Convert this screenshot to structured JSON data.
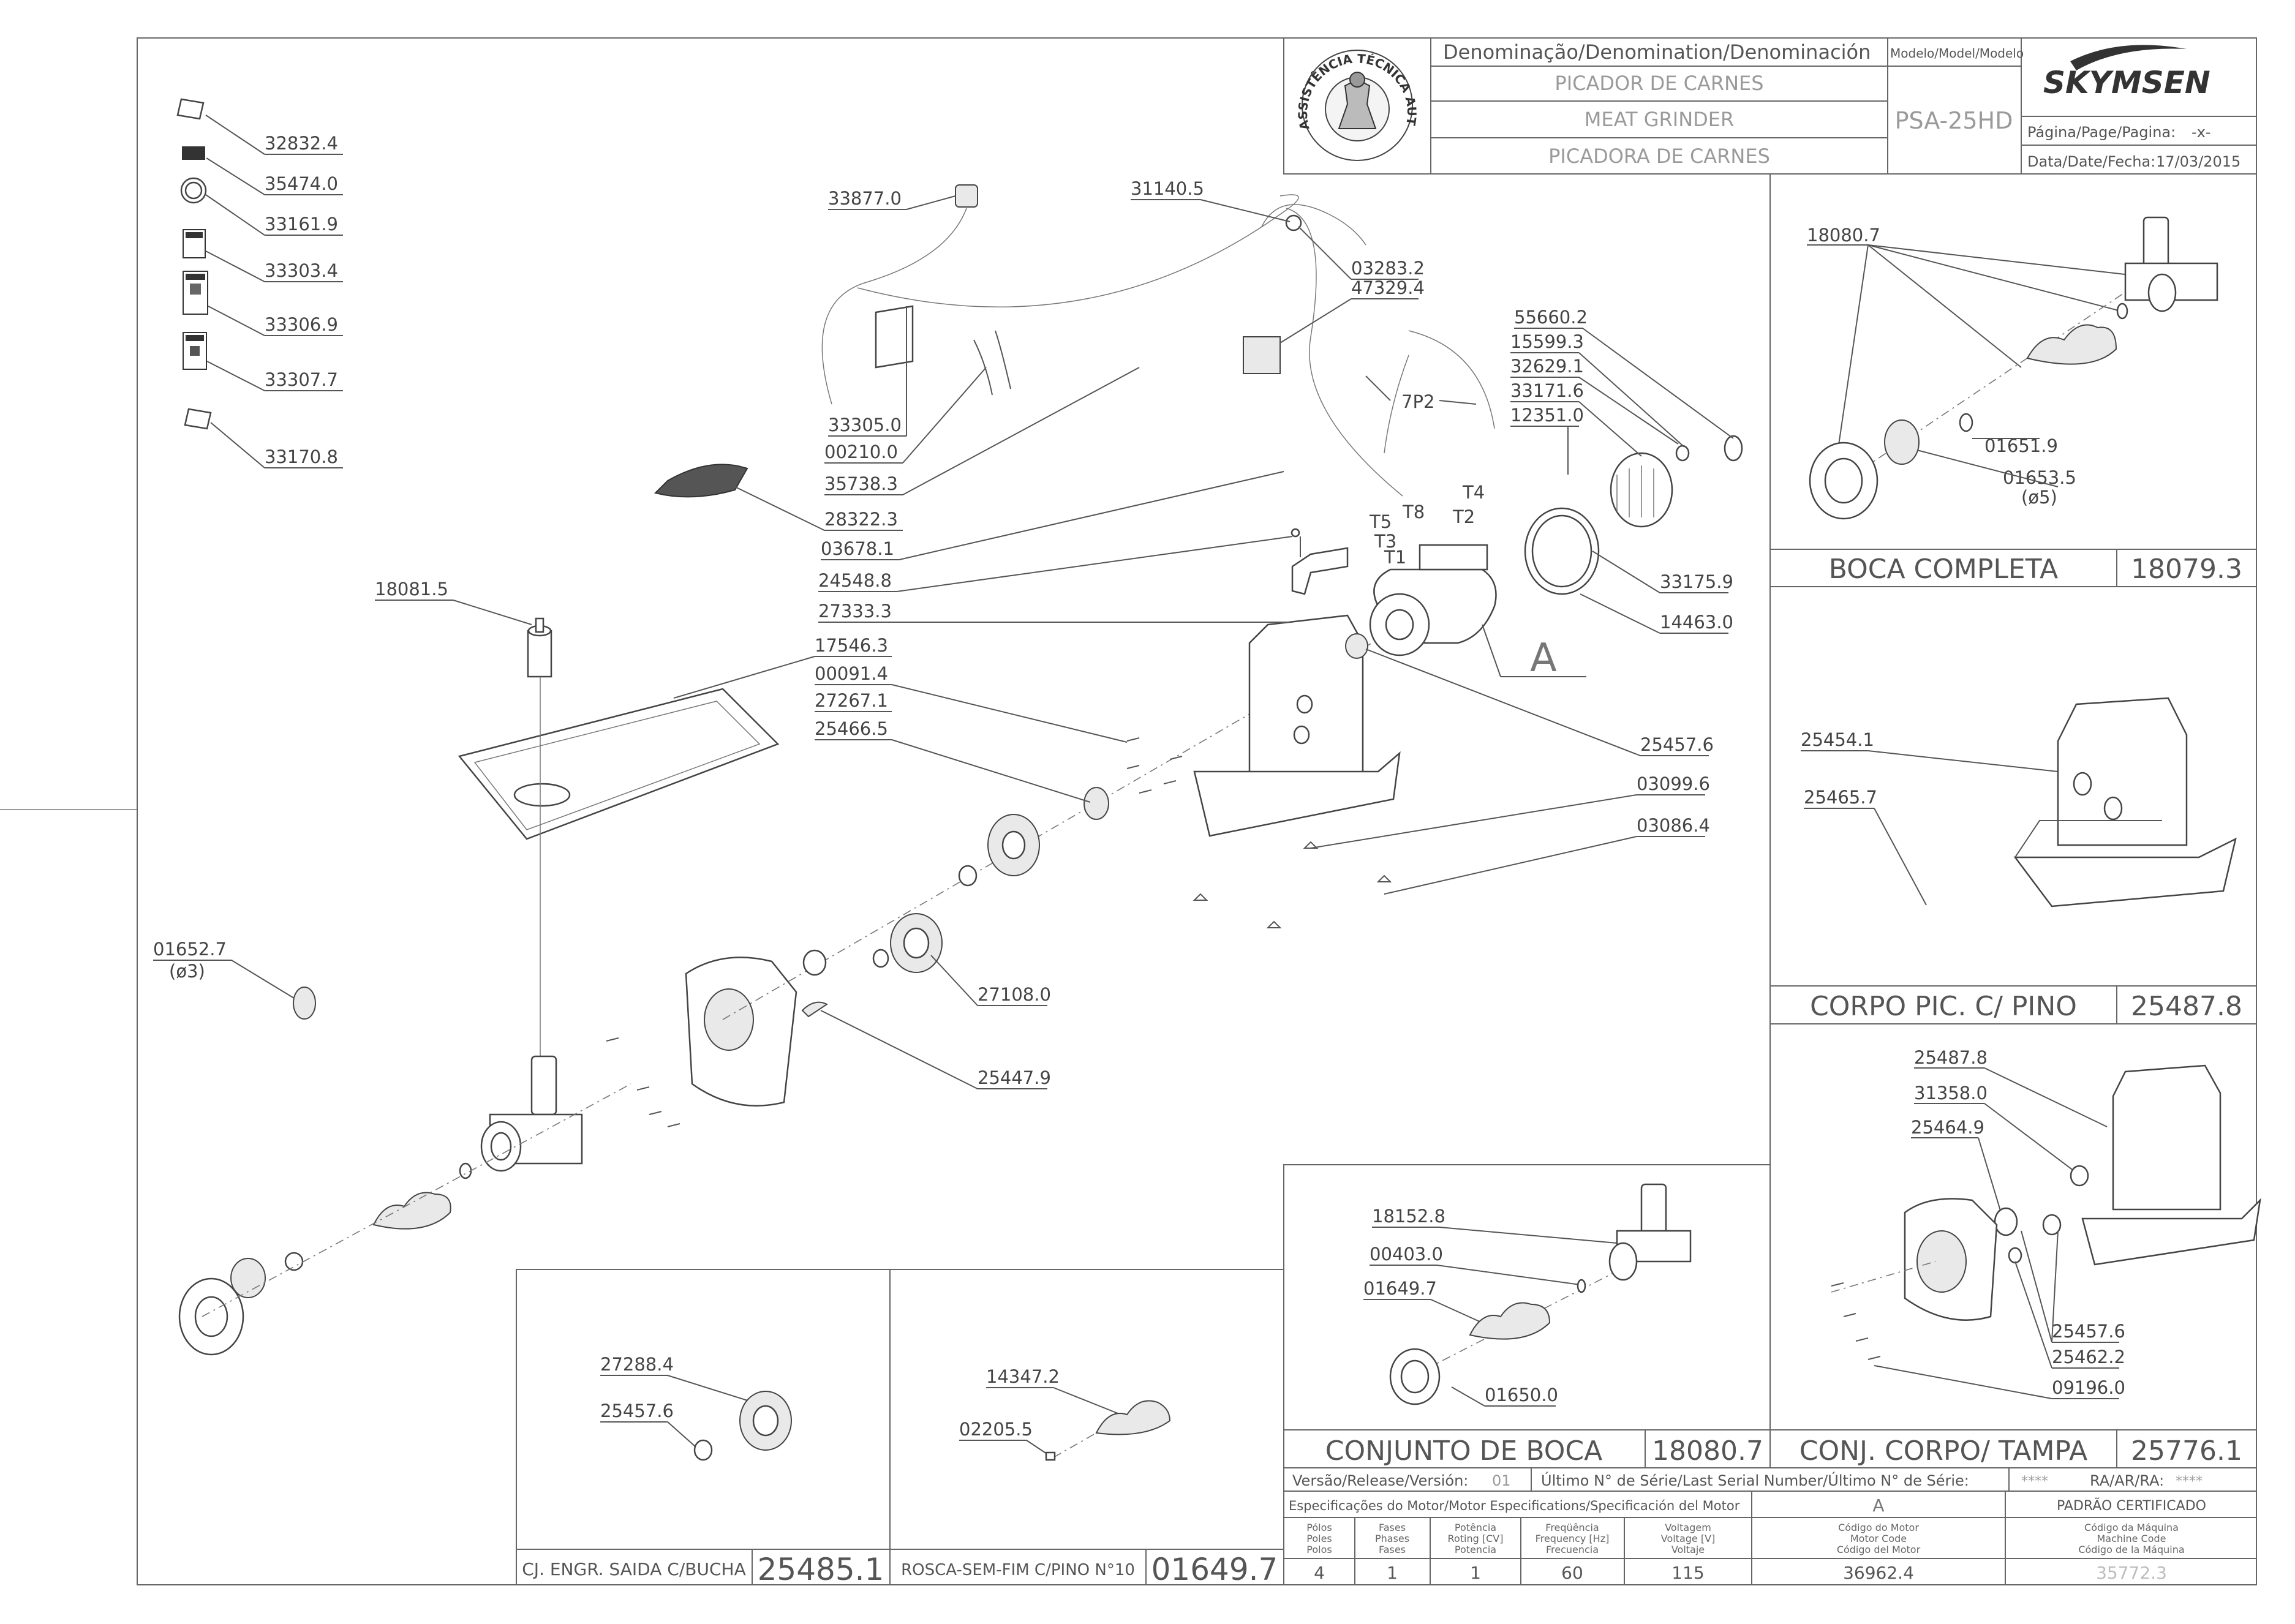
{
  "title_block": {
    "denomination_header": "Denominação/Denomination/Denominación",
    "model_header": "Modelo/Model/Modelo",
    "name_pt": "PICADOR  DE  CARNES",
    "name_en": "MEAT   GRINDER",
    "name_es": "PICADORA  DE  CARNES",
    "model": "PSA-25HD",
    "brand": "SKYMSEN",
    "page_label": "Página/Page/Pagina:",
    "page_value": "-x-",
    "date_label": "Data/Date/Fecha:",
    "date_value": "17/03/2015",
    "seal_text": "ASSISTÊNCIA TÉCNICA AUTORIZADA"
  },
  "exploded_labels": [
    {
      "id": "32832.4"
    },
    {
      "id": "35474.0"
    },
    {
      "id": "33161.9"
    },
    {
      "id": "33303.4"
    },
    {
      "id": "33306.9"
    },
    {
      "id": "33307.7"
    },
    {
      "id": "33170.8"
    },
    {
      "id": "33877.0"
    },
    {
      "id": "31140.5"
    },
    {
      "id": "03283.2"
    },
    {
      "id": "47329.4"
    },
    {
      "id": "33305.0"
    },
    {
      "id": "00210.0"
    },
    {
      "id": "35738.3"
    },
    {
      "id": "28322.3"
    },
    {
      "id": "03678.1"
    },
    {
      "id": "24548.8"
    },
    {
      "id": "27333.3"
    },
    {
      "id": "17546.3"
    },
    {
      "id": "00091.4"
    },
    {
      "id": "27267.1"
    },
    {
      "id": "25466.5"
    },
    {
      "id": "18081.5"
    },
    {
      "id": "01652.7"
    },
    {
      "id": "(ø3)"
    },
    {
      "id": "27108.0"
    },
    {
      "id": "25447.9"
    },
    {
      "id": "55660.2"
    },
    {
      "id": "15599.3"
    },
    {
      "id": "32629.1"
    },
    {
      "id": "33171.6"
    },
    {
      "id": "12351.0"
    },
    {
      "id": "7P2"
    },
    {
      "id": "T4"
    },
    {
      "id": "T2"
    },
    {
      "id": "T8"
    },
    {
      "id": "T5"
    },
    {
      "id": "T3"
    },
    {
      "id": "T1"
    },
    {
      "id": "33175.9"
    },
    {
      "id": "14463.0"
    },
    {
      "id": "A"
    },
    {
      "id": "25457.6"
    },
    {
      "id": "03099.6"
    },
    {
      "id": "03086.4"
    }
  ],
  "panel_boca": {
    "labels": [
      "18080.7",
      "01651.9",
      "01653.5",
      "(ø5)"
    ],
    "title": "BOCA  COMPLETA",
    "code": "18079.3"
  },
  "panel_corpo": {
    "labels": [
      "25454.1",
      "25465.7"
    ],
    "title": "CORPO  PIC.  C/  PINO",
    "code": "25487.8"
  },
  "panel_tampa": {
    "labels": [
      "25487.8",
      "31358.0",
      "25464.9",
      "25457.6",
      "25462.2",
      "09196.0"
    ],
    "title": "CONJ.  CORPO/  TAMPA",
    "code": "25776.1"
  },
  "panel_conjunto_boca": {
    "labels": [
      "18152.8",
      "00403.0",
      "01649.7",
      "01650.0"
    ],
    "title": "CONJUNTO  DE  BOCA",
    "code": "18080.7"
  },
  "panel_engrenagem": {
    "labels": [
      "27288.4",
      "25457.6"
    ],
    "title": "CJ.  ENGR.  SAIDA  C/BUCHA",
    "code": "25485.1"
  },
  "panel_rosca": {
    "labels": [
      "14347.2",
      "02205.5"
    ],
    "title": "ROSCA-SEM-FIM  C/PINO  N°10",
    "code": "01649.7"
  },
  "release_row": {
    "version_label": "Versão/Release/Versión:",
    "version_value": "01",
    "serial_label": "Último  N° de  Série/Last Serial Number/Último  N° de  Série:",
    "serial_value": "****",
    "ra_label": "RA/AR/RA:",
    "ra_value": "****"
  },
  "motor_specs": {
    "header": "Especificações do Motor/Motor Especifications/Specificación del Motor",
    "columns": [
      {
        "h1": "Pólos",
        "h2": "Poles",
        "h3": "Polos",
        "value": "4"
      },
      {
        "h1": "Fases",
        "h2": "Phases",
        "h3": "Fases",
        "value": "1"
      },
      {
        "h1": "Potência",
        "h2": "Roting [CV]",
        "h3": "Potencia",
        "value": "1"
      },
      {
        "h1": "Freqüência",
        "h2": "Frequency [Hz]",
        "h3": "Frecuencia",
        "value": "60"
      },
      {
        "h1": "Voltagem",
        "h2": "Voltage [V]",
        "h3": "Voltaje",
        "value": "115"
      }
    ],
    "motor_header": "A",
    "motor_code_h1": "Código do Motor",
    "motor_code_h2": "Motor Code",
    "motor_code_h3": "Código del Motor",
    "motor_code": "36962.4",
    "standard_header": "PADRÃO  CERTIFICADO",
    "machine_code_h1": "Código da Máquina",
    "machine_code_h2": "Machine Code",
    "machine_code_h3": "Código de la Máquina",
    "machine_code": "35772.3"
  }
}
